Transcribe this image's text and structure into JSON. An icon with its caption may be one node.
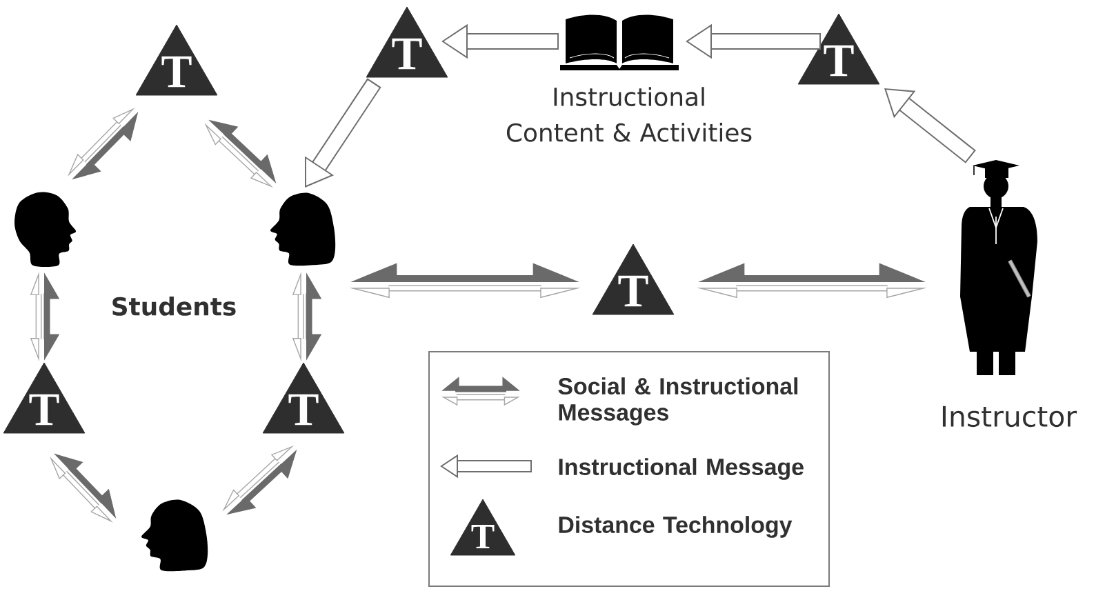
{
  "diagram": {
    "nodes": [
      {
        "text": [
          "T"
        ]
      },
      {
        "text": [
          "T"
        ]
      },
      {
        "text": [
          "Instructional Content & Activities"
        ]
      },
      {
        "text": [
          "T"
        ]
      },
      {
        "text": [],
        "shape": "person"
      },
      {
        "text": [],
        "shape": "person"
      },
      {
        "text": [
          "T"
        ]
      },
      {
        "text": [
          "Instructor"
        ]
      },
      {
        "text": [
          "T"
        ]
      },
      {
        "text": [
          "T"
        ]
      },
      {
        "text": [],
        "shape": "person"
      }
    ],
    "edges": [
      {
        "from": 2,
        "to": 1,
        "arrow": "to",
        "style": "thick"
      },
      {
        "from": 3,
        "to": 2,
        "arrow": "to",
        "style": "thick"
      },
      {
        "from": 7,
        "to": 3,
        "arrow": "to",
        "style": "thick"
      },
      {
        "from": 1,
        "to": 5,
        "arrow": "to",
        "style": "thick"
      },
      {
        "from": 0,
        "to": 4,
        "arrow": "both"
      },
      {
        "from": 0,
        "to": 5,
        "arrow": "both"
      },
      {
        "from": 4,
        "to": 8,
        "arrow": "both"
      },
      {
        "from": 5,
        "to": 9,
        "arrow": "both"
      },
      {
        "from": 8,
        "to": 10,
        "arrow": "both"
      },
      {
        "from": 9,
        "to": 10,
        "arrow": "both"
      },
      {
        "from": null,
        "to": 6,
        "arrow": "both"
      },
      {
        "from": 6,
        "to": 7,
        "arrow": "both"
      }
    ],
    "labels": [
      "Students",
      "T"
    ],
    "legend": [
      {
        "text": "Social & Instructional Messages"
      },
      {
        "text": "Instructional Message"
      },
      {
        "text": "Distance Technology"
      }
    ]
  }
}
